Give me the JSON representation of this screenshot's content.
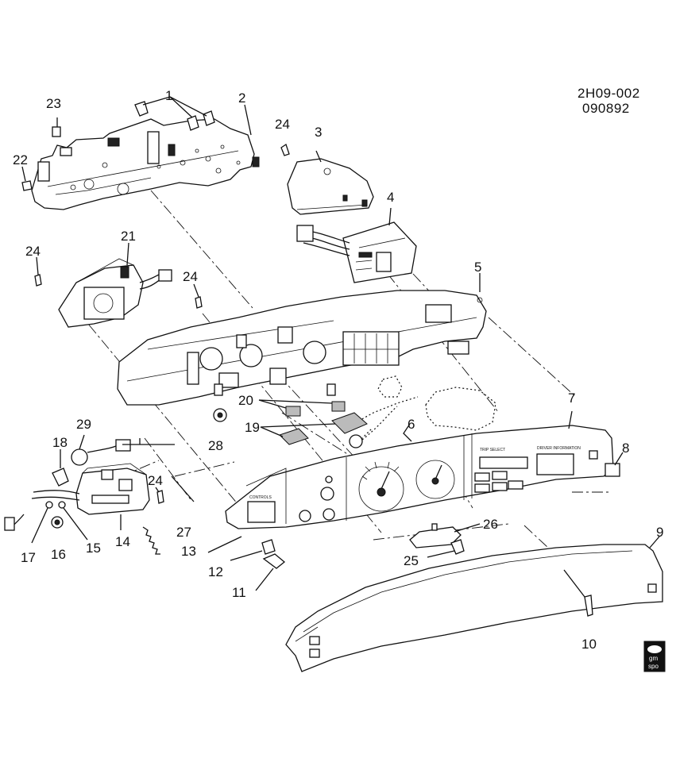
{
  "drawing": {
    "code": "2H09-002",
    "date": "090892",
    "logo_line1": "gm",
    "logo_line2": "spo"
  },
  "callouts": [
    "1",
    "2",
    "3",
    "4",
    "5",
    "6",
    "7",
    "8",
    "9",
    "10",
    "11",
    "12",
    "13",
    "14",
    "15",
    "16",
    "17",
    "18",
    "19",
    "20",
    "21",
    "22",
    "23",
    "24",
    "24",
    "24",
    "24",
    "25",
    "26",
    "27",
    "28",
    "29"
  ],
  "panel_labels": {
    "controls": "CONTROLS",
    "trip": "TRIP SELECT",
    "driver": "DRIVER INFORMATION"
  }
}
